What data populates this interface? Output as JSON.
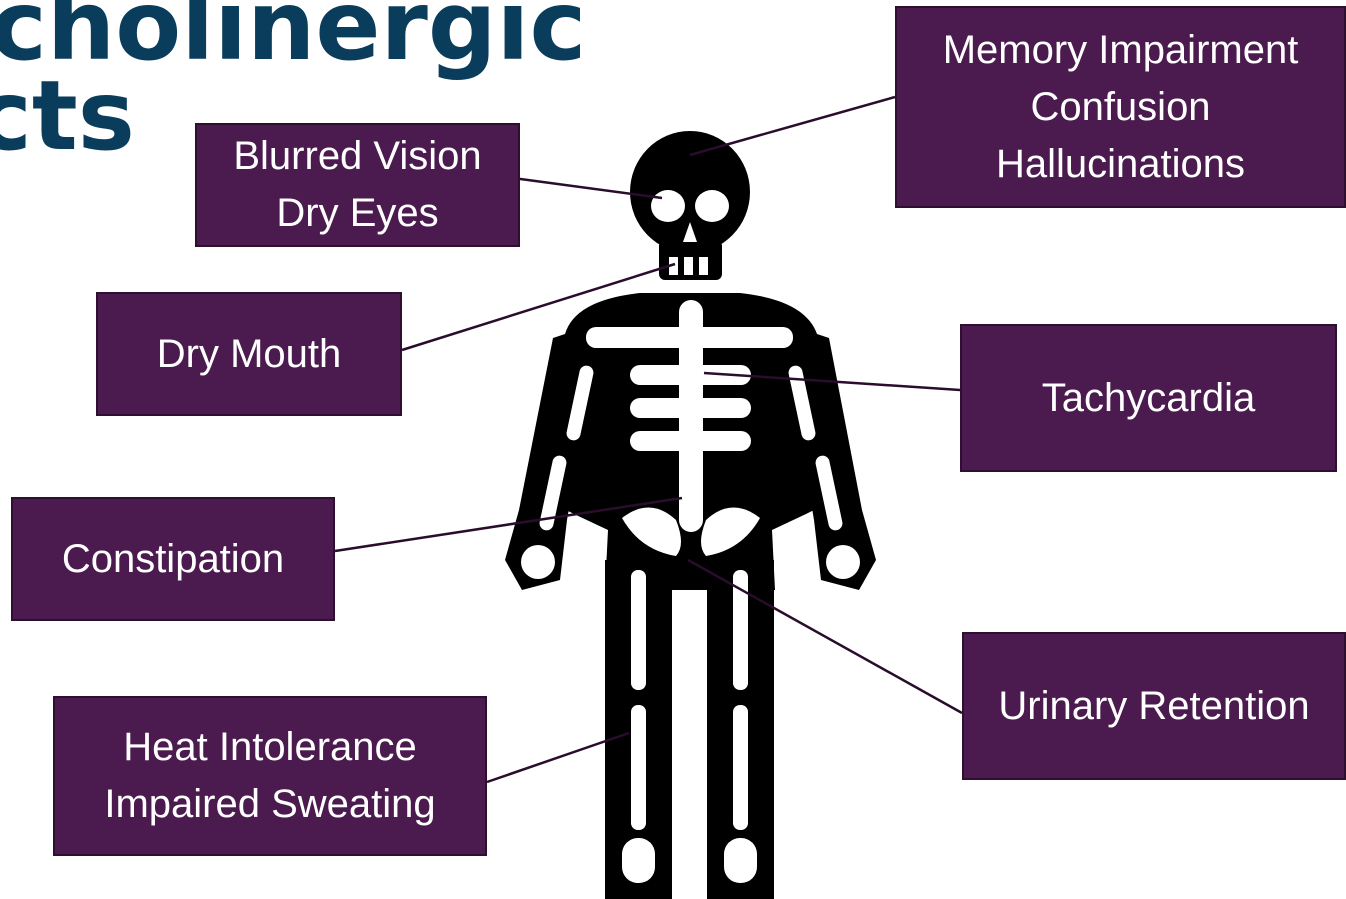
{
  "title": {
    "line1": "cholinergic",
    "line2": "cts"
  },
  "labels": {
    "memory": {
      "lines": [
        "Memory Impairment",
        "Confusion",
        "Hallucinations"
      ]
    },
    "vision": {
      "lines": [
        "Blurred Vision",
        "Dry Eyes"
      ]
    },
    "mouth": {
      "lines": [
        "Dry Mouth"
      ]
    },
    "heart": {
      "lines": [
        "Tachycardia"
      ]
    },
    "constipation": {
      "lines": [
        "Constipation"
      ]
    },
    "urinary": {
      "lines": [
        "Urinary Retention"
      ]
    },
    "heat": {
      "lines": [
        "Heat Intolerance",
        "Impaired Sweating"
      ]
    }
  },
  "colors": {
    "title": "#0a3d5c",
    "box_fill": "#4b1a4e",
    "box_text": "#ffffff",
    "leader_line": "#2a0c2c",
    "skeleton": "#000000",
    "bone": "#ffffff"
  },
  "icons": {
    "figure": "skeleton-icon"
  }
}
